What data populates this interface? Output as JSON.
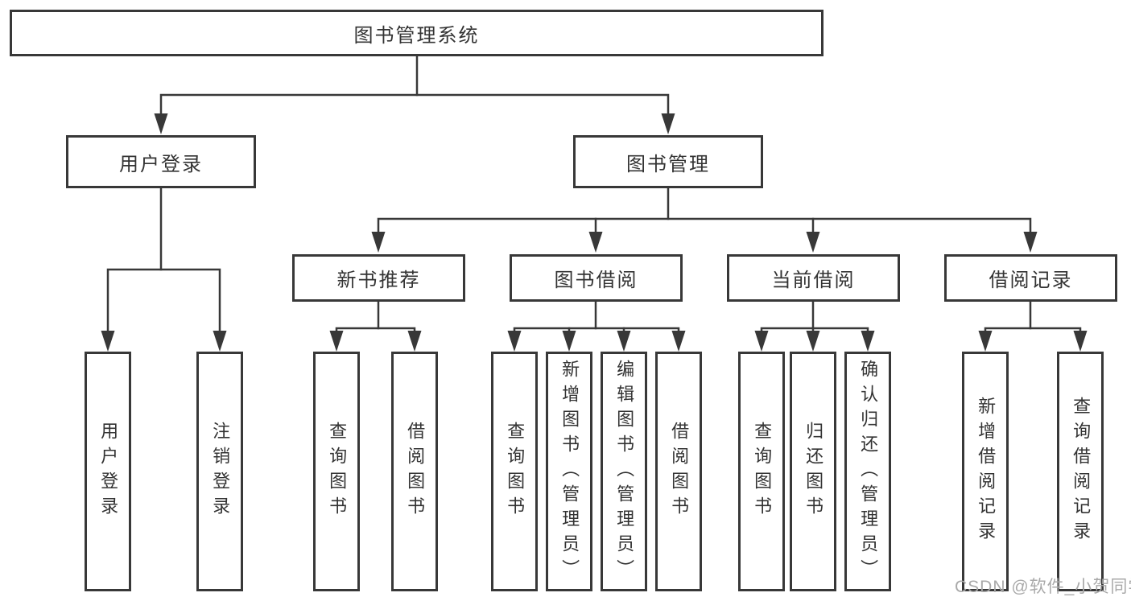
{
  "diagram_title": "图书管理系统",
  "tree": {
    "root": {
      "label": "图书管理系统"
    },
    "branches": [
      {
        "label": "用户登录",
        "leaves": [
          "用户登录",
          "注销登录"
        ]
      },
      {
        "label": "图书管理",
        "groups": [
          {
            "label": "新书推荐",
            "leaves": [
              "查询图书",
              "借阅图书"
            ]
          },
          {
            "label": "图书借阅",
            "leaves": [
              "查询图书",
              "新增图书（管理员）",
              "编辑图书（管理员）",
              "借阅图书"
            ]
          },
          {
            "label": "当前借阅",
            "leaves": [
              "查询图书",
              "归还图书",
              "确认归还（管理员）"
            ]
          },
          {
            "label": "借阅记录",
            "leaves": [
              "新增借阅记录",
              "查询借阅记录"
            ]
          }
        ]
      }
    ]
  },
  "watermark": {
    "text": "CSDN @软件_小贺同学"
  },
  "colors": {
    "line": "#383838",
    "text": "#333333",
    "watermark": "#a9a9a9",
    "background": "#ffffff",
    "box_fill": "#ffffff"
  }
}
